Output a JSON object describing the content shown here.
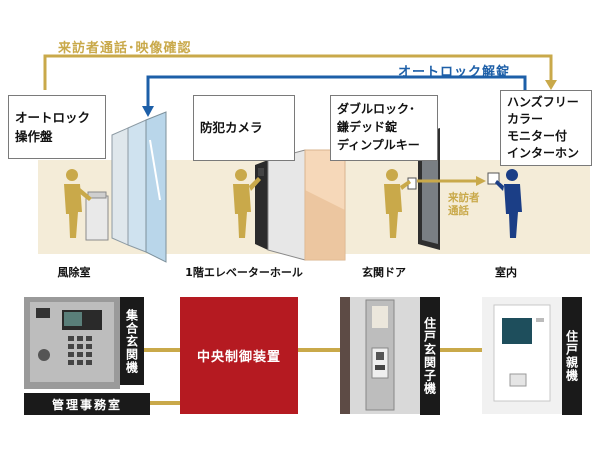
{
  "flows": {
    "visitor_call": "来訪者通話･映像確認",
    "autolock_release": "オートロック解錠"
  },
  "callouts": {
    "autolock_panel": "オートロック\n操作盤",
    "security_camera": "防犯カメラ",
    "double_lock": "ダブルロック･\n鎌デッド錠\nディンプルキー",
    "handsfree": "ハンズフリー\nカラー\nモニター付\nインターホン"
  },
  "visitor_call_label": "来訪者\n通話",
  "rooms": {
    "windbreak": "風除室",
    "elevator_hall": "1階エレベーターホール",
    "entrance_door": "玄関ドア",
    "indoor": "室内"
  },
  "devices": {
    "lobby_unit": "集合玄関機",
    "management_office": "管理事務室",
    "central_control": "中央制御装置",
    "door_unit": "住戸玄関子機",
    "master_unit": "住戸親機"
  },
  "colors": {
    "gold": "#c9a94a",
    "blue": "#1d5fa8",
    "navy": "#1b3e86",
    "red": "#b51a21",
    "dark": "#1a1a1a",
    "beige": "#f4ecd8"
  }
}
